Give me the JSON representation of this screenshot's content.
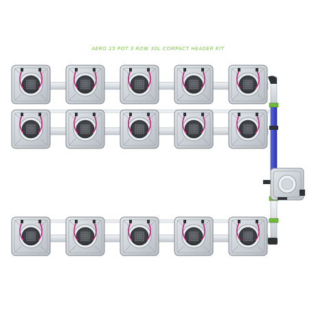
{
  "title": "AERO 15 POT 3 ROW 30L COMPACT HEADER KIT",
  "colors": {
    "title": "#7dc242",
    "pot_body": "#c9ced3",
    "pot_edge": "#8a9096",
    "lid": "#3a3d40",
    "pipe": "#d8dee3",
    "hose": "#c0257a",
    "header_pipe": "#3b47c8",
    "connector": "#6fb83a"
  },
  "layout": {
    "rows": 3,
    "pots_per_row": 5,
    "reservoir": "right"
  }
}
